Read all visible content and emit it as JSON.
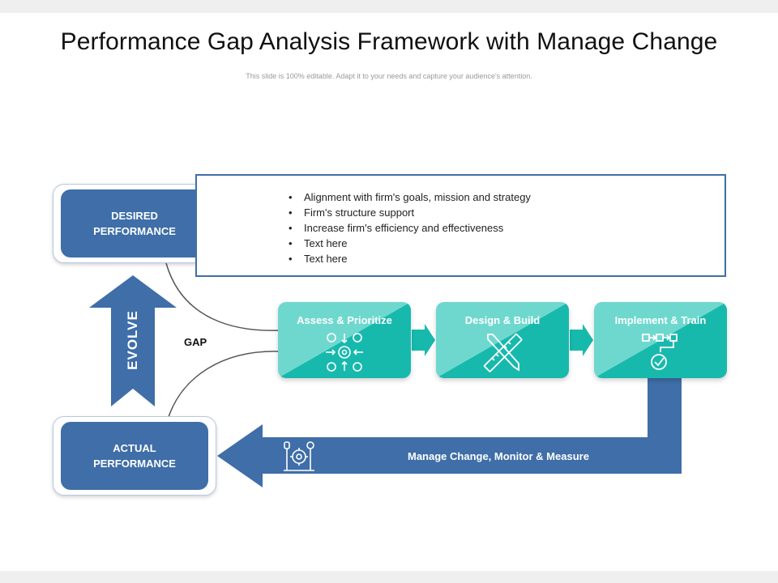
{
  "title": "Performance Gap Analysis Framework with Manage Change",
  "subtitle": "This slide is 100% editable.  Adapt it to your needs  and capture  your audience's  attention.",
  "colors": {
    "primary_blue": "#3f6ea8",
    "teal": "#18b9ad",
    "teal_light": "#6fd8ce",
    "connector": "#555555"
  },
  "desired": {
    "line1": "DESIRED",
    "line2": "PERFORMANCE"
  },
  "actual": {
    "line1": "ACTUAL",
    "line2": "PERFORMANCE"
  },
  "bullets": [
    "Alignment with firm's goals, mission and strategy",
    "Firm's structure support",
    "Increase firm's efficiency and effectiveness",
    "Text here",
    "Text here"
  ],
  "gap_label": "GAP",
  "evolve_label": "EVOLVE",
  "steps": [
    {
      "label": "Assess & Prioritize",
      "icon": "process-gear-icon"
    },
    {
      "label": "Design & Build",
      "icon": "ruler-pencil-icon"
    },
    {
      "label": "Implement & Train",
      "icon": "workflow-check-icon"
    }
  ],
  "manage_label": "Manage Change, Monitor & Measure",
  "manage_icon": "gear-lightbulb-icon"
}
